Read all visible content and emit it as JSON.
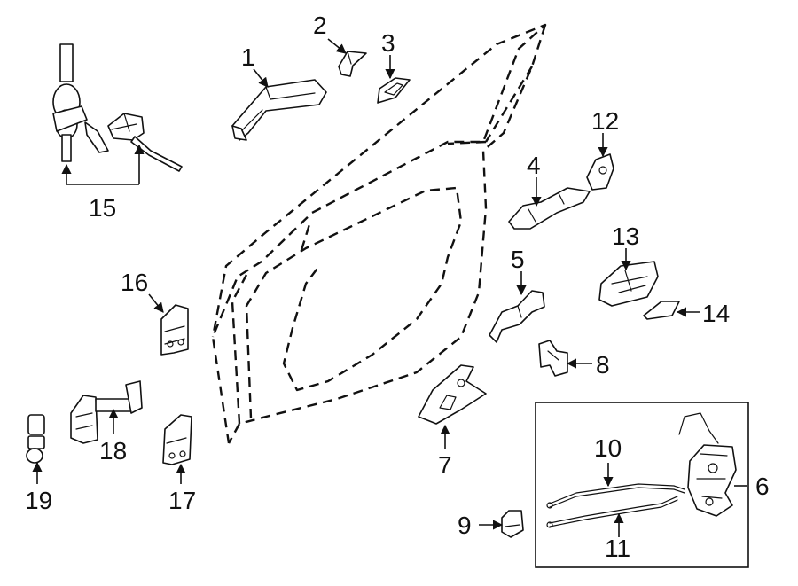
{
  "callouts": {
    "c1": "1",
    "c2": "2",
    "c3": "3",
    "c4": "4",
    "c5": "5",
    "c6": "6",
    "c7": "7",
    "c8": "8",
    "c9": "9",
    "c10": "10",
    "c11": "11",
    "c12": "12",
    "c13": "13",
    "c14": "14",
    "c15": "15",
    "c16": "16",
    "c17": "17",
    "c18": "18",
    "c19": "19"
  },
  "colors": {
    "line": "#111111",
    "background": "#ffffff",
    "shade": "#d9d9d9"
  }
}
